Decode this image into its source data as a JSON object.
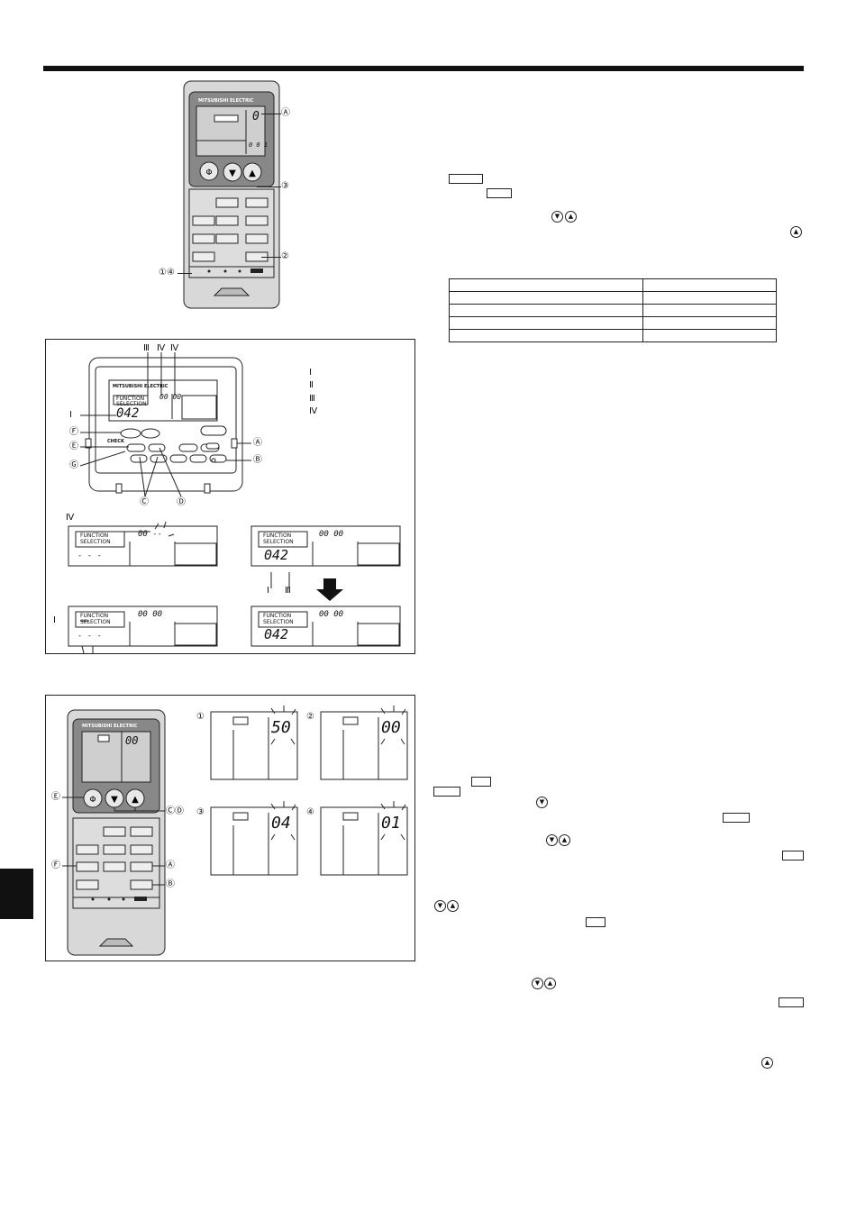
{
  "remote_top": {
    "brand": "MITSUBISHI ELECTRIC",
    "display_digit": "0",
    "display_small": "0 0 1",
    "label_A": "Ⓐ",
    "label_2": "②",
    "label_3": "③",
    "label_14": "①④"
  },
  "wired_remote_figure": {
    "brand": "MITSUBISHI ELECTRIC",
    "display_code": "042",
    "display_time": "00 00",
    "function_label_line1": "FUNCTION",
    "function_label_line2": "SELECTION",
    "top_markers": [
      "Ⅲ",
      "Ⅳ",
      "Ⅳ"
    ],
    "legend": [
      "Ⅰ",
      "Ⅱ",
      "Ⅲ",
      "Ⅳ"
    ],
    "labels": {
      "I": "Ⅰ",
      "F": "Ⓕ",
      "E": "Ⓔ",
      "G": "Ⓖ",
      "C": "Ⓒ",
      "D": "Ⓓ",
      "A": "Ⓐ",
      "B": "Ⓑ"
    },
    "check_label": "CHECK",
    "panels": [
      {
        "title1": "FUNCTION",
        "title2": "SELECTION",
        "time": "00 --",
        "code": "- - -",
        "marker": "Ⅳ"
      },
      {
        "title1": "FUNCTION",
        "title2": "SELECTION",
        "time": "00 00",
        "code": "042",
        "markers": [
          "Ⅰ",
          "Ⅲ"
        ]
      },
      {
        "title1": "FUNCTION",
        "title2": "SELECTION",
        "time": "00 00",
        "code": "- - -",
        "marker": "Ⅰ"
      },
      {
        "title1": "FUNCTION",
        "title2": "SELECTION",
        "time": "00 00",
        "code": "042"
      }
    ]
  },
  "wireless_figure": {
    "brand": "MITSUBISHI ELECTRIC",
    "display": "00",
    "labels": {
      "E": "Ⓔ",
      "CD": "ⒸⒹ",
      "F": "Ⓕ",
      "A": "Ⓐ",
      "B": "Ⓑ"
    },
    "steps": [
      {
        "num": "①",
        "value": "50"
      },
      {
        "num": "②",
        "value": "00"
      },
      {
        "num": "③",
        "value": "04"
      },
      {
        "num": "④",
        "value": "01"
      }
    ]
  },
  "table": {
    "rows": 5,
    "cols": 2
  }
}
